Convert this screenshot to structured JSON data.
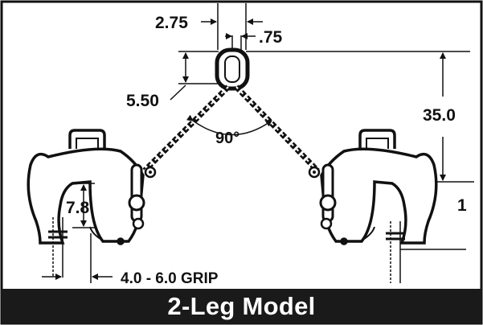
{
  "dimensions": {
    "top_width": "2.75",
    "ring_thickness": ".75",
    "ring_height": "5.50",
    "overall_height": "35.0",
    "angle": "90°",
    "throat_depth": "7.8",
    "grip_range": "4.0 - 6.0 GRIP",
    "right_partial": "1"
  },
  "caption": "2-Leg Model",
  "colors": {
    "ink": "#111111",
    "caption_bg": "#1a1a1a",
    "caption_text": "#ffffff"
  }
}
